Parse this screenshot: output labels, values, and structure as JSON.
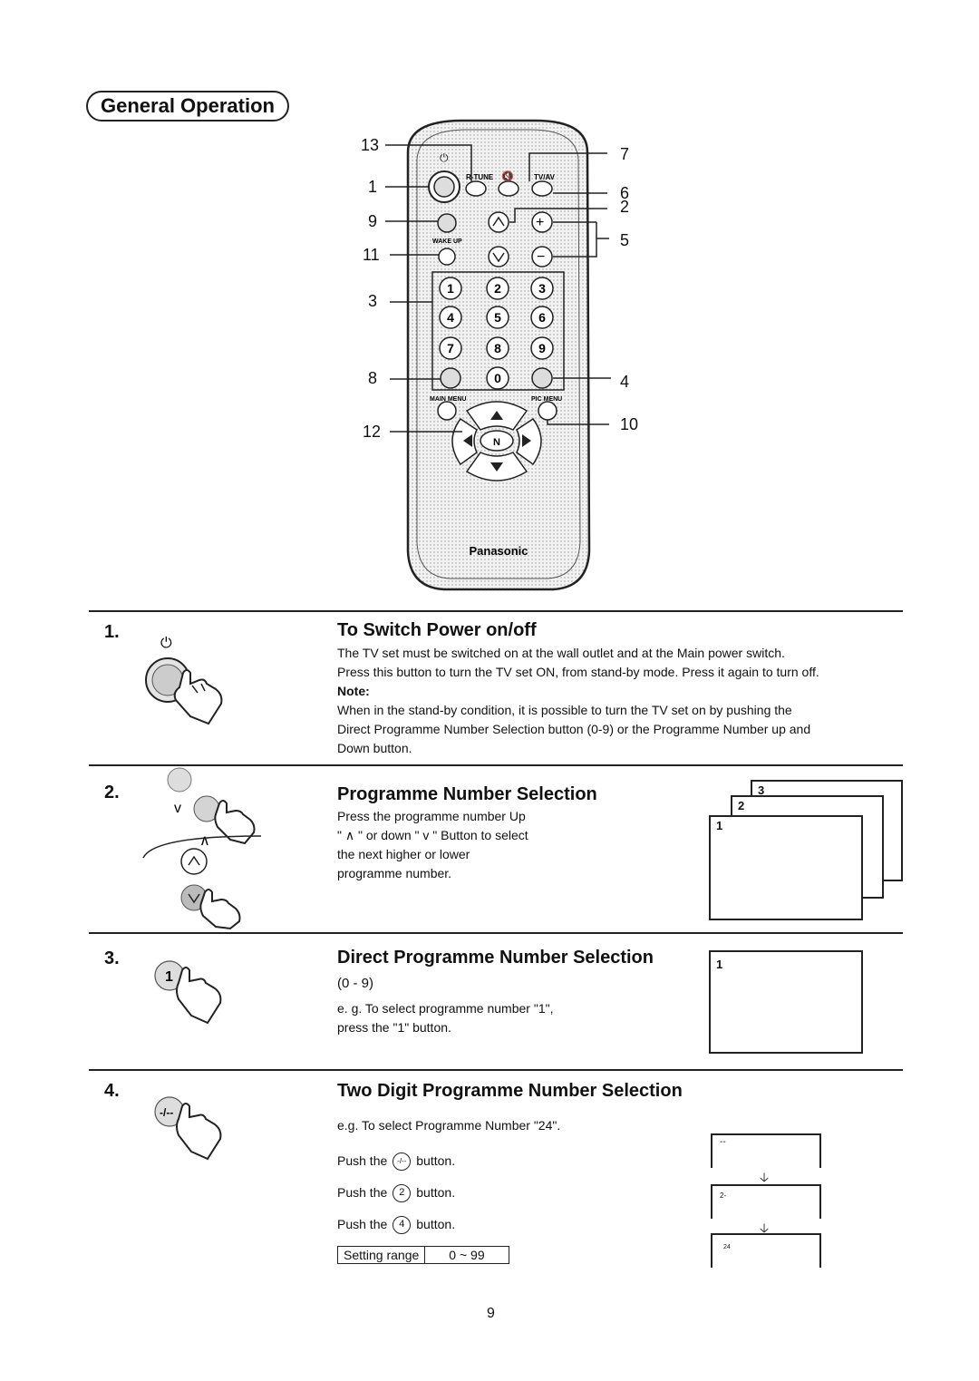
{
  "header": {
    "title": "General Operation"
  },
  "remote": {
    "brand": "Panasonic",
    "labels": {
      "rtune": "R-TUNE",
      "tvav": "TV/AV",
      "wakeup": "WAKE UP",
      "mainmenu": "MAIN MENU",
      "picmenu": "PIC MENU",
      "n": "N"
    },
    "digits": [
      "1",
      "2",
      "3",
      "4",
      "5",
      "6",
      "7",
      "8",
      "9",
      "0"
    ],
    "callouts_left": [
      "13",
      "1",
      "9",
      "11",
      "3",
      "8",
      "12"
    ],
    "callouts_right": [
      "7",
      "6",
      "2",
      "5",
      "4",
      "10"
    ]
  },
  "sections": [
    {
      "num": "1.",
      "title": "To Switch Power on/off",
      "lines": [
        "The  TV set must be switched on at the wall outlet and at the Main power switch.",
        "Press this button to turn the TV set ON, from stand-by mode. Press it again to turn off."
      ],
      "note_label": "Note:",
      "note_lines": [
        "When in the stand-by condition, it is possible to turn the TV set on by pushing the",
        "Direct Programme Number Selection button (0-9) or the Programme Number up and",
        "Down button."
      ]
    },
    {
      "num": "2.",
      "title": "Programme Number Selection",
      "lines": [
        "Press the programme number Up",
        "\" ∧ \" or down \" v \" Button to select",
        "the next higher or lower",
        "programme number."
      ],
      "screens": [
        "3",
        "2",
        "1"
      ],
      "icon_marks": [
        "v",
        "∧"
      ]
    },
    {
      "num": "3.",
      "title": "Direct Programme Number Selection",
      "range": "(0 - 9)",
      "lines": [
        "e. g. To select programme number \"1\",",
        "press the \"1\" button."
      ],
      "screen": "1"
    },
    {
      "num": "4.",
      "title": "Two Digit Programme Number Selection",
      "example": "e.g. To select Programme Number \"24\".",
      "steps": [
        {
          "prefix": "Push the",
          "key": "-/--",
          "suffix": "button."
        },
        {
          "prefix": "Push the",
          "key": "2",
          "suffix": "button."
        },
        {
          "prefix": "Push the",
          "key": "4",
          "suffix": "button."
        }
      ],
      "setting_label": "Setting range",
      "setting_value": "0 ~ 99",
      "screens": [
        "--",
        "2-",
        "24"
      ]
    }
  ],
  "footer": {
    "page_number": "9"
  }
}
